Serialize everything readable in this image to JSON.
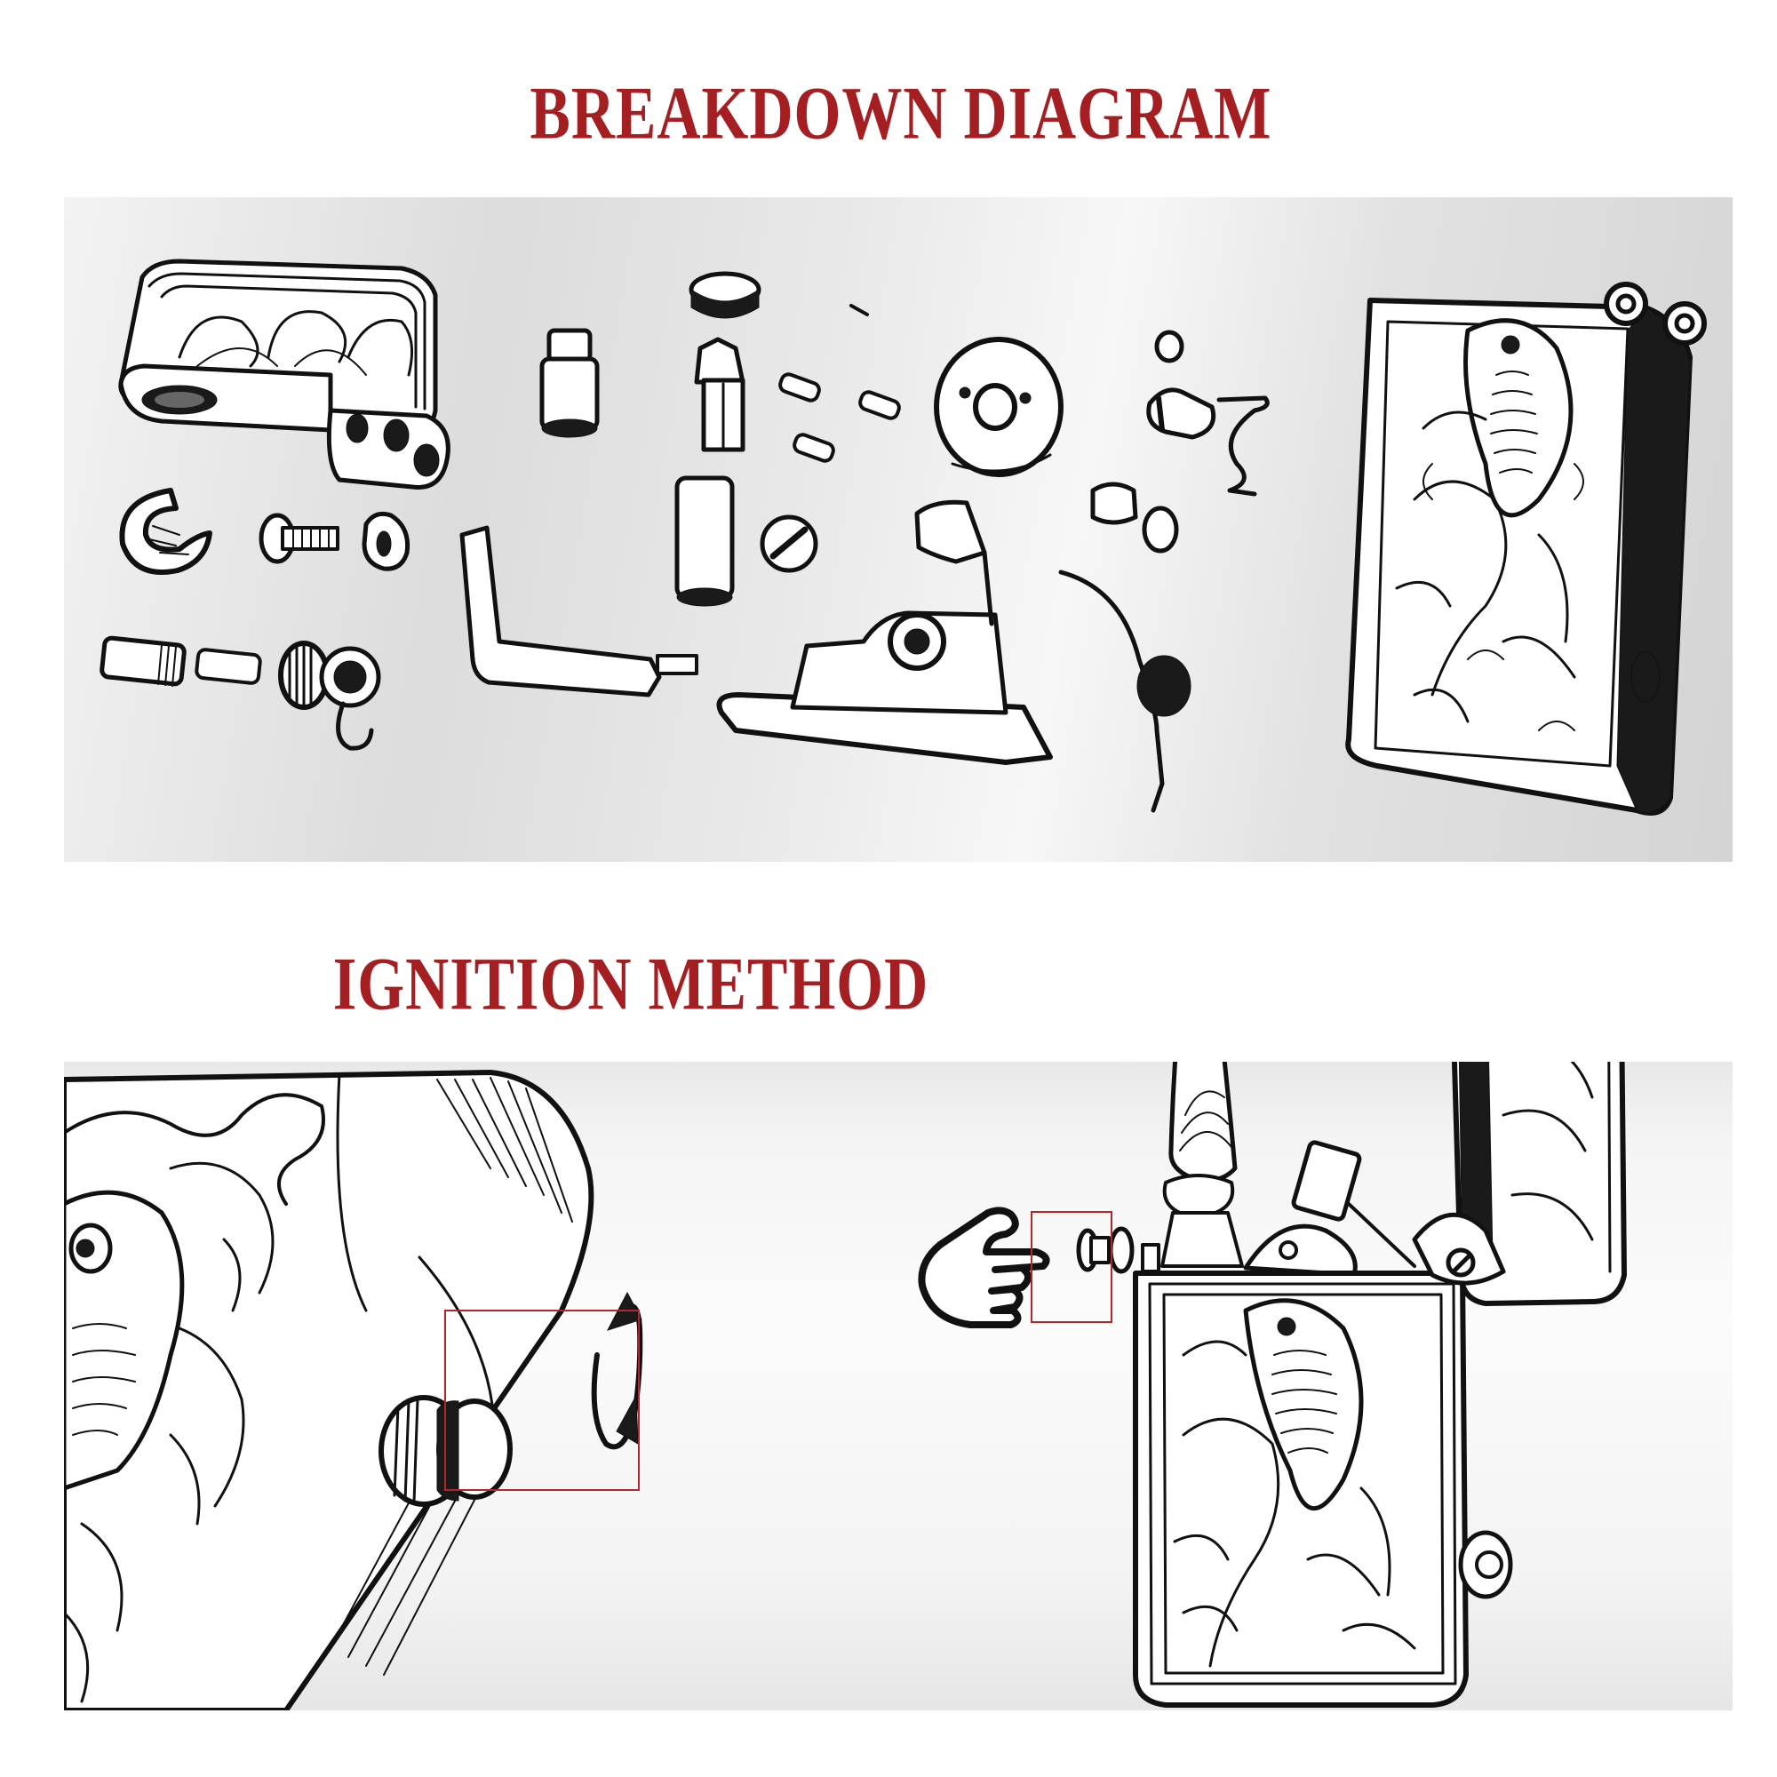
{
  "sections": [
    {
      "heading": "BREAKDOWN DIAGRAM",
      "panel": {
        "description": "Exploded view of engraved koi-fish lighter components",
        "parts": [
          "engraved-lid-with-hinge",
          "c-clip",
          "screw",
          "small-cap",
          "threaded-pins",
          "knurled-knob-assembly",
          "sleeve",
          "nozzle",
          "tube",
          "springs",
          "l-lever",
          "flint-wheel",
          "slotted-screw",
          "chimney-base-plate",
          "wick-with-coil",
          "rivet",
          "ring",
          "spring-clip",
          "engraved-body-koi"
        ]
      }
    },
    {
      "heading": "IGNITION METHOD",
      "panel": {
        "description": "Rotate the side knob, then press to ignite",
        "steps": [
          {
            "action": "rotate-knob",
            "indicator": "rotation-arrow-icon"
          },
          {
            "action": "press-button",
            "indicator": "pointing-hand-icon"
          }
        ]
      }
    }
  ],
  "colors": {
    "heading": "#a51e22",
    "callout_border": "#b3262a",
    "ink": "#111111",
    "panel_grey": "#e2e2e2"
  }
}
